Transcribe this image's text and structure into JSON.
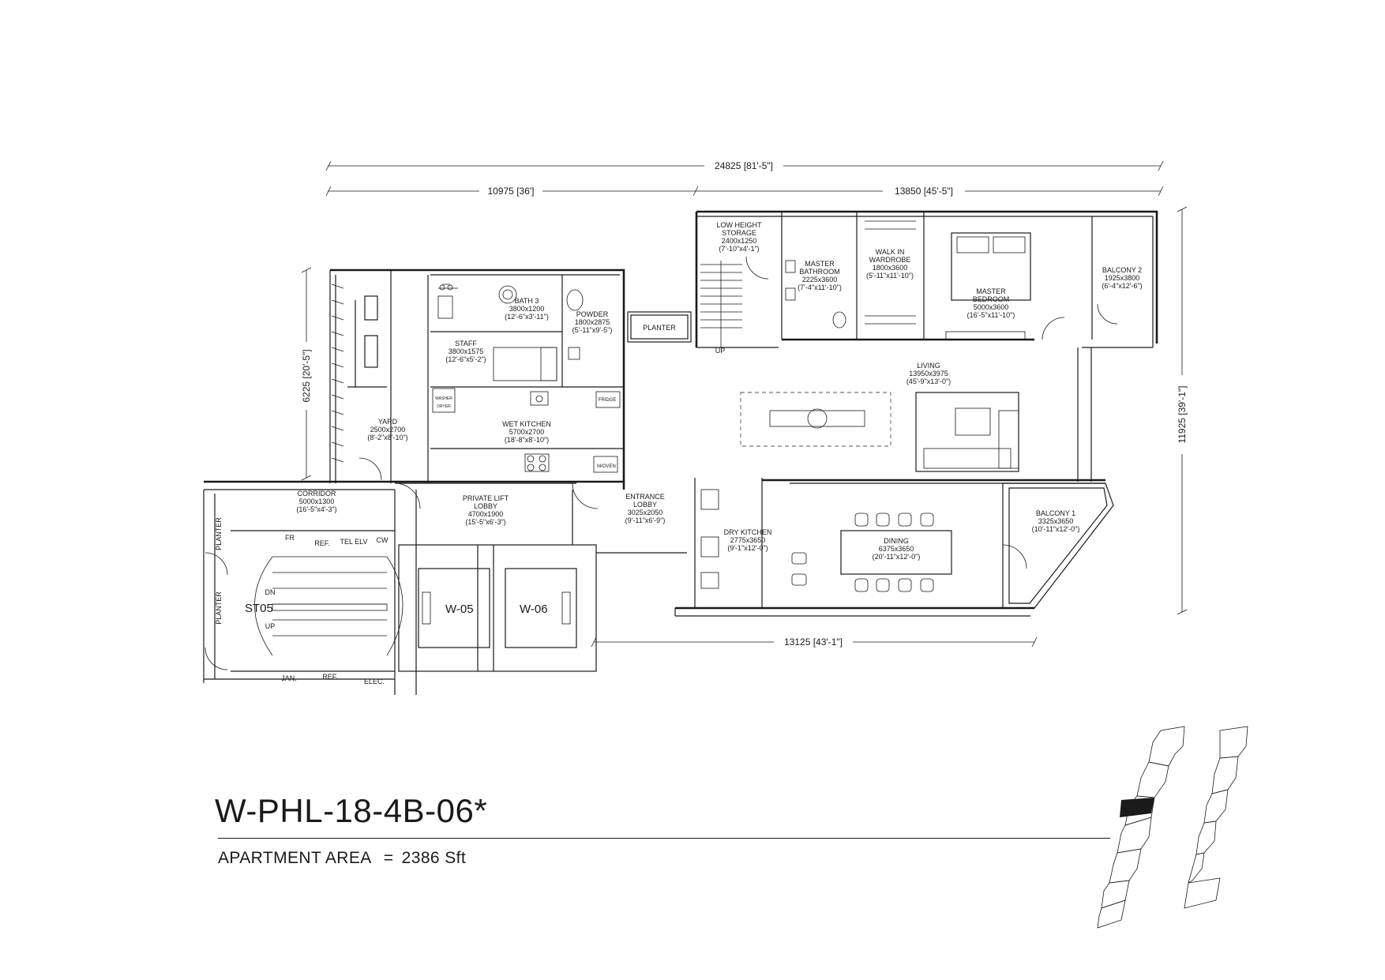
{
  "unit": {
    "code": "W-PHL-18-4B-06*",
    "area_label": "APARTMENT AREA",
    "area_equals": "=",
    "area_value": "2386 Sft"
  },
  "dimensions": {
    "overall_width": "24825 [81'-5\"]",
    "left_width": "10975 [36']",
    "right_width": "13850 [45'-5\"]",
    "right_depth": "11925 [39'-1\"]",
    "left_depth": "6225 [20'-5\"]",
    "bottom_width": "13125 [43'-1\"]"
  },
  "rooms": {
    "low_height_storage": [
      "LOW HEIGHT",
      "STORAGE",
      "2400x1250",
      "(7'-10\"x4'-1\")"
    ],
    "master_bathroom": [
      "MASTER",
      "BATHROOM",
      "2225x3600",
      "(7'-4\"x11'-10\")"
    ],
    "walk_in_wardrobe": [
      "WALK IN",
      "WARDROBE",
      "1800x3600",
      "(5'-11\"x11'-10\")"
    ],
    "master_bedroom": [
      "MASTER",
      "BEDROOM",
      "5000x3600",
      "(16'-5\"x11'-10\")"
    ],
    "balcony_2": [
      "BALCONY 2",
      "1925x3800",
      "(6'-4\"x12'-6\")"
    ],
    "bath_3": [
      "BATH 3",
      "3800x1200",
      "(12'-6\"x3'-11\")"
    ],
    "powder": [
      "POWDER",
      "1800x2875",
      "(5'-11\"x9'-5\")"
    ],
    "staff": [
      "STAFF",
      "3800x1575",
      "(12'-6\"x5'-2\")"
    ],
    "wet_kitchen": [
      "WET KITCHEN",
      "5700x2700",
      "(18'-8\"x8'-10\")"
    ],
    "yard": [
      "YARD",
      "2500x2700",
      "(8'-2\"x8'-10\")"
    ],
    "living": [
      "LIVING",
      "13950x3975",
      "(45'-9\"x13'-0\")"
    ],
    "corridor": [
      "CORRIDOR",
      "5000x1300",
      "(16'-5\"x4'-3\")"
    ],
    "private_lift_lobby": [
      "PRIVATE LIFT",
      "LOBBY",
      "4700x1900",
      "(15'-5\"x6'-3\")"
    ],
    "entrance_lobby": [
      "ENTRANCE",
      "LOBBY",
      "3025x2050",
      "(9'-11\"x6'-9\")"
    ],
    "dry_kitchen": [
      "DRY KITCHEN",
      "2775x3650",
      "(9'-1\"x12'-0\")"
    ],
    "dining": [
      "DINING",
      "6375x3650",
      "(20'-11\"x12'-0\")"
    ],
    "balcony_1": [
      "BALCONY 1",
      "3325x3650",
      "(10'-11\"x12'-0\")"
    ]
  },
  "labels": {
    "planter_right": "PLANTER",
    "planter_left_1": "PLANTER",
    "planter_left_2": "PLANTER",
    "up_stair": "UP",
    "stair_core": "ST05",
    "stair_dn": "DN",
    "stair_up": "UP",
    "lift_1": "W-05",
    "lift_2": "W-06",
    "fr": "FR",
    "ref_1": "REF.",
    "tel_elv": "TEL ELV",
    "cw": "CW",
    "jan": "JAN.",
    "ref_2": "REF.",
    "elec": "ELEC.",
    "fridge": "FRIDGE",
    "washer": "WASHER",
    "dryer": "DRYER",
    "microwave": "M/OVEN"
  }
}
